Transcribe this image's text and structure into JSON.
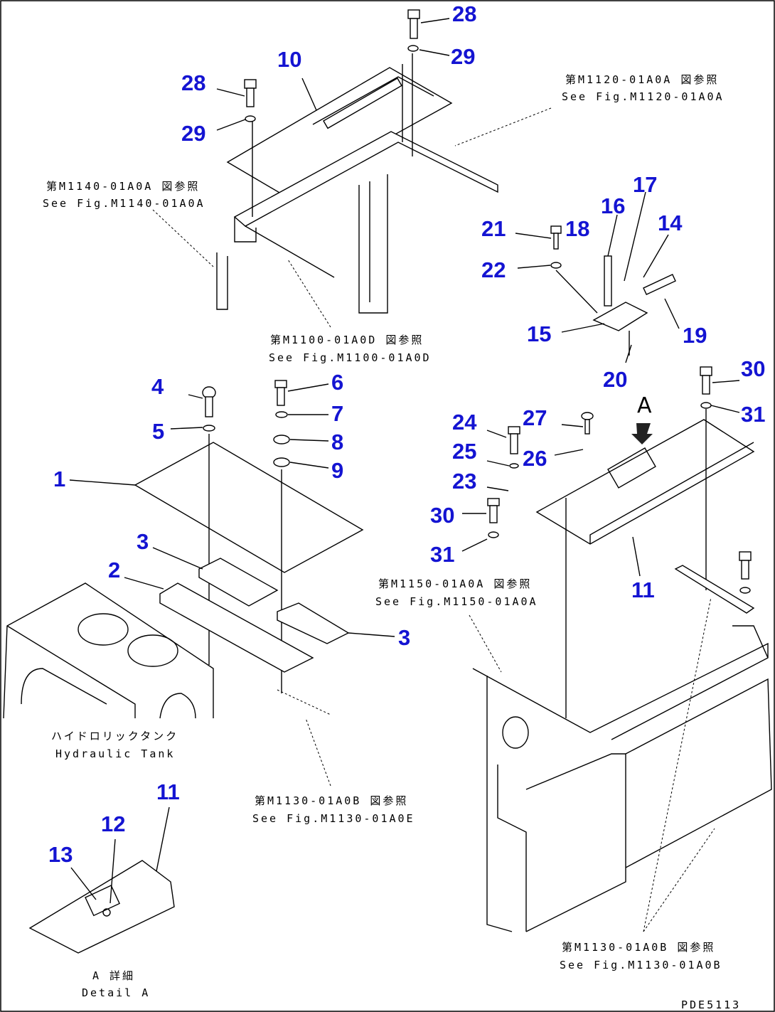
{
  "callouts": [
    "28",
    "29",
    "10",
    "28",
    "29",
    "21",
    "18",
    "16",
    "17",
    "14",
    "22",
    "15",
    "19",
    "20",
    "30",
    "31",
    "4",
    "6",
    "5",
    "7",
    "8",
    "9",
    "1",
    "24",
    "27",
    "25",
    "26",
    "23",
    "30",
    "31",
    "3",
    "2",
    "11",
    "3",
    "11",
    "12",
    "13"
  ],
  "references": [
    {
      "jp": "第M1120-01A0A 図参照",
      "en": "See Fig.M1120-01A0A"
    },
    {
      "jp": "第M1140-01A0A 図参照",
      "en": "See Fig.M1140-01A0A"
    },
    {
      "jp": "第M1100-01A0D 図参照",
      "en": "See Fig.M1100-01A0D"
    },
    {
      "jp": "第M1150-01A0A 図参照",
      "en": "See Fig.M1150-01A0A"
    },
    {
      "jp": "第M1130-01A0B 図参照",
      "en": "See Fig.M1130-01A0E"
    },
    {
      "jp": "第M1130-01A0B 図参照",
      "en": "See Fig.M1130-01A0B"
    }
  ],
  "tank_label": {
    "jp": "ハイドロリックタンク",
    "en": "Hydraulic Tank"
  },
  "detail_label": {
    "jp": "A 詳細",
    "en": "Detail A"
  },
  "view_arrow_label": "A",
  "drawing_number": "PDE5113",
  "colors": {
    "callout": "#1414d2",
    "line": "#000000"
  }
}
